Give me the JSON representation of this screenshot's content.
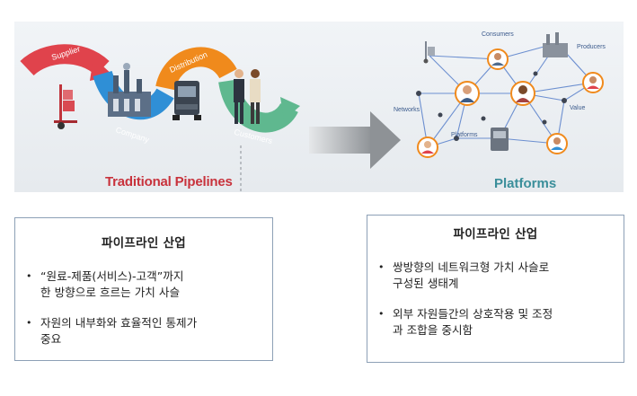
{
  "banner": {
    "pipeline_stage_labels": [
      "Supplier",
      "Company",
      "Distribution",
      "Customers"
    ],
    "pipeline_caption": "Traditional Pipelines",
    "platform_node_labels": [
      "Consumers",
      "Producers",
      "Networks",
      "Value",
      "Platforms"
    ],
    "platform_caption": "Platforms",
    "colors": {
      "supplier": "#e0434c",
      "company": "#2f8fd6",
      "distribution": "#f08a1c",
      "customers": "#5fb88f",
      "arrow": "#9a9ea3",
      "network_line": "#6c8fd0",
      "pipeline_caption": "#c8323c",
      "platform_caption": "#3a8e9a"
    },
    "icons": [
      "hand-truck-icon",
      "factory-icon",
      "truck-icon",
      "people-icon",
      "person-avatar-icon"
    ]
  },
  "left_box": {
    "title": "파이프라인 산업",
    "bullets": [
      "“원료-제품(서비스)-고객”까지\n 한 방향으로 흐르는 가치 사슬",
      "자원의 내부화와 효율적인 통제가\n중요"
    ]
  },
  "right_box": {
    "title": "파이프라인 산업",
    "bullets": [
      "쌍방향의 네트워크형 가치 사슬로\n구성된 생태계",
      "외부 자원들간의 상호작용 및 조정\n과 조합을 중시함"
    ]
  }
}
